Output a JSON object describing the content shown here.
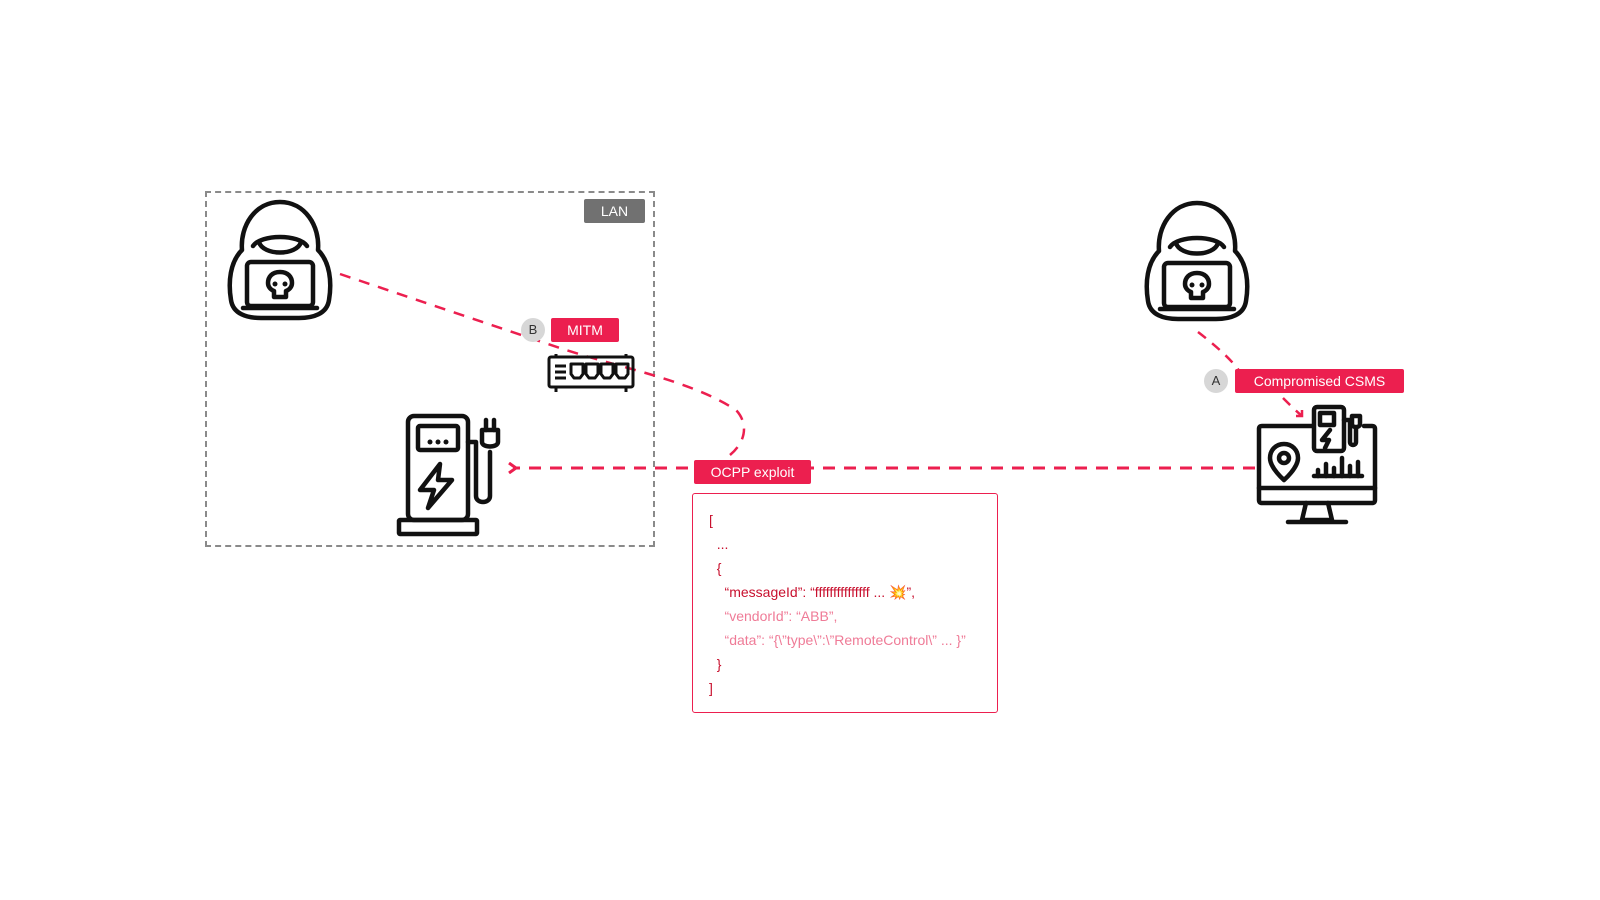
{
  "lan": {
    "label": "LAN"
  },
  "tags": {
    "mitm": "MITM",
    "mitm_marker": "B",
    "csms": "Compromised CSMS",
    "csms_marker": "A",
    "exploit": "OCPP exploit"
  },
  "payload": {
    "lines": [
      "[",
      "  ...",
      "  {",
      "    “messageId”: “fffffffffffffff ... 💥”,",
      "    “vendorId”: “ABB”,",
      "    “data”: “{\\”type\\”:\\”RemoteControl\\” ... }”",
      "  }",
      "]"
    ]
  },
  "icons": [
    "hacker-icon",
    "network-switch-icon",
    "ev-charger-icon",
    "csms-monitor-icon"
  ],
  "colors": {
    "accent": "#ec1f4f",
    "grey_tag": "#717171",
    "marker": "#d7d7d7"
  }
}
